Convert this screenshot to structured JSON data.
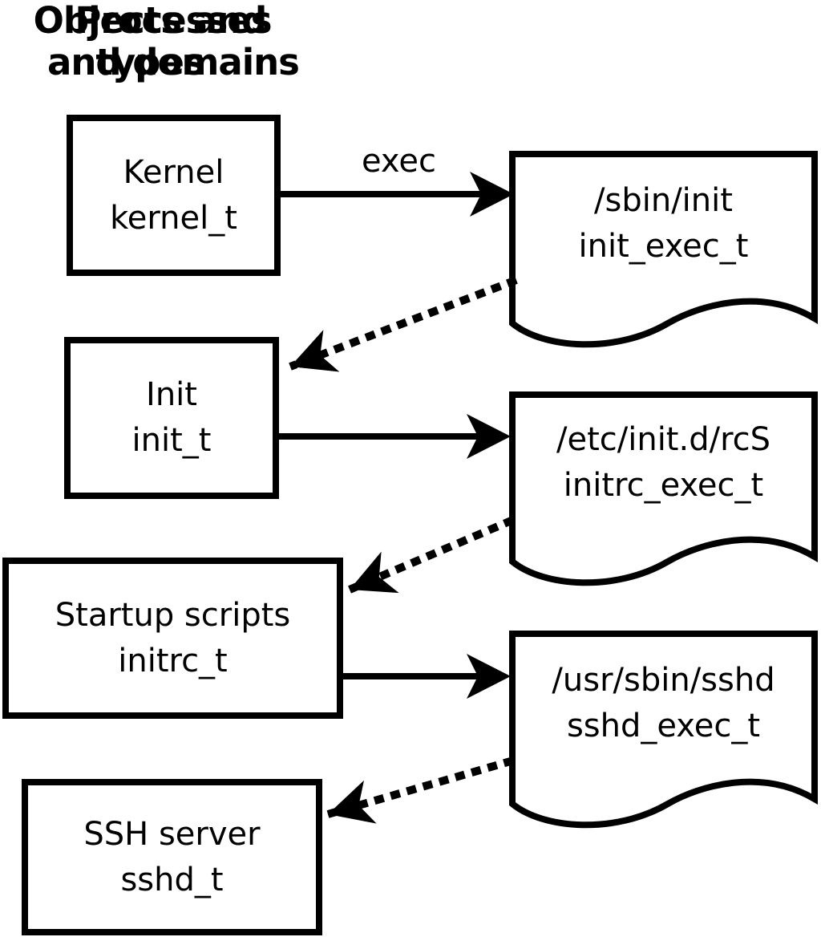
{
  "headers": {
    "left_line1": "Processes",
    "left_line2": "and domains",
    "right_line1": "Objects and",
    "right_line2": "types"
  },
  "processes": [
    {
      "label": "Kernel",
      "domain": "kernel_t"
    },
    {
      "label": "Init",
      "domain": "init_t"
    },
    {
      "label": "Startup scripts",
      "domain": "initrc_t"
    },
    {
      "label": "SSH server",
      "domain": "sshd_t"
    }
  ],
  "objects": [
    {
      "path": "/sbin/init",
      "type": "init_exec_t"
    },
    {
      "path": "/etc/init.d/rcS",
      "type": "initrc_exec_t"
    },
    {
      "path": "/usr/sbin/sshd",
      "type": "sshd_exec_t"
    }
  ],
  "arrow_label": "exec",
  "colors": {
    "foreground": "#000000",
    "background": "#ffffff"
  }
}
